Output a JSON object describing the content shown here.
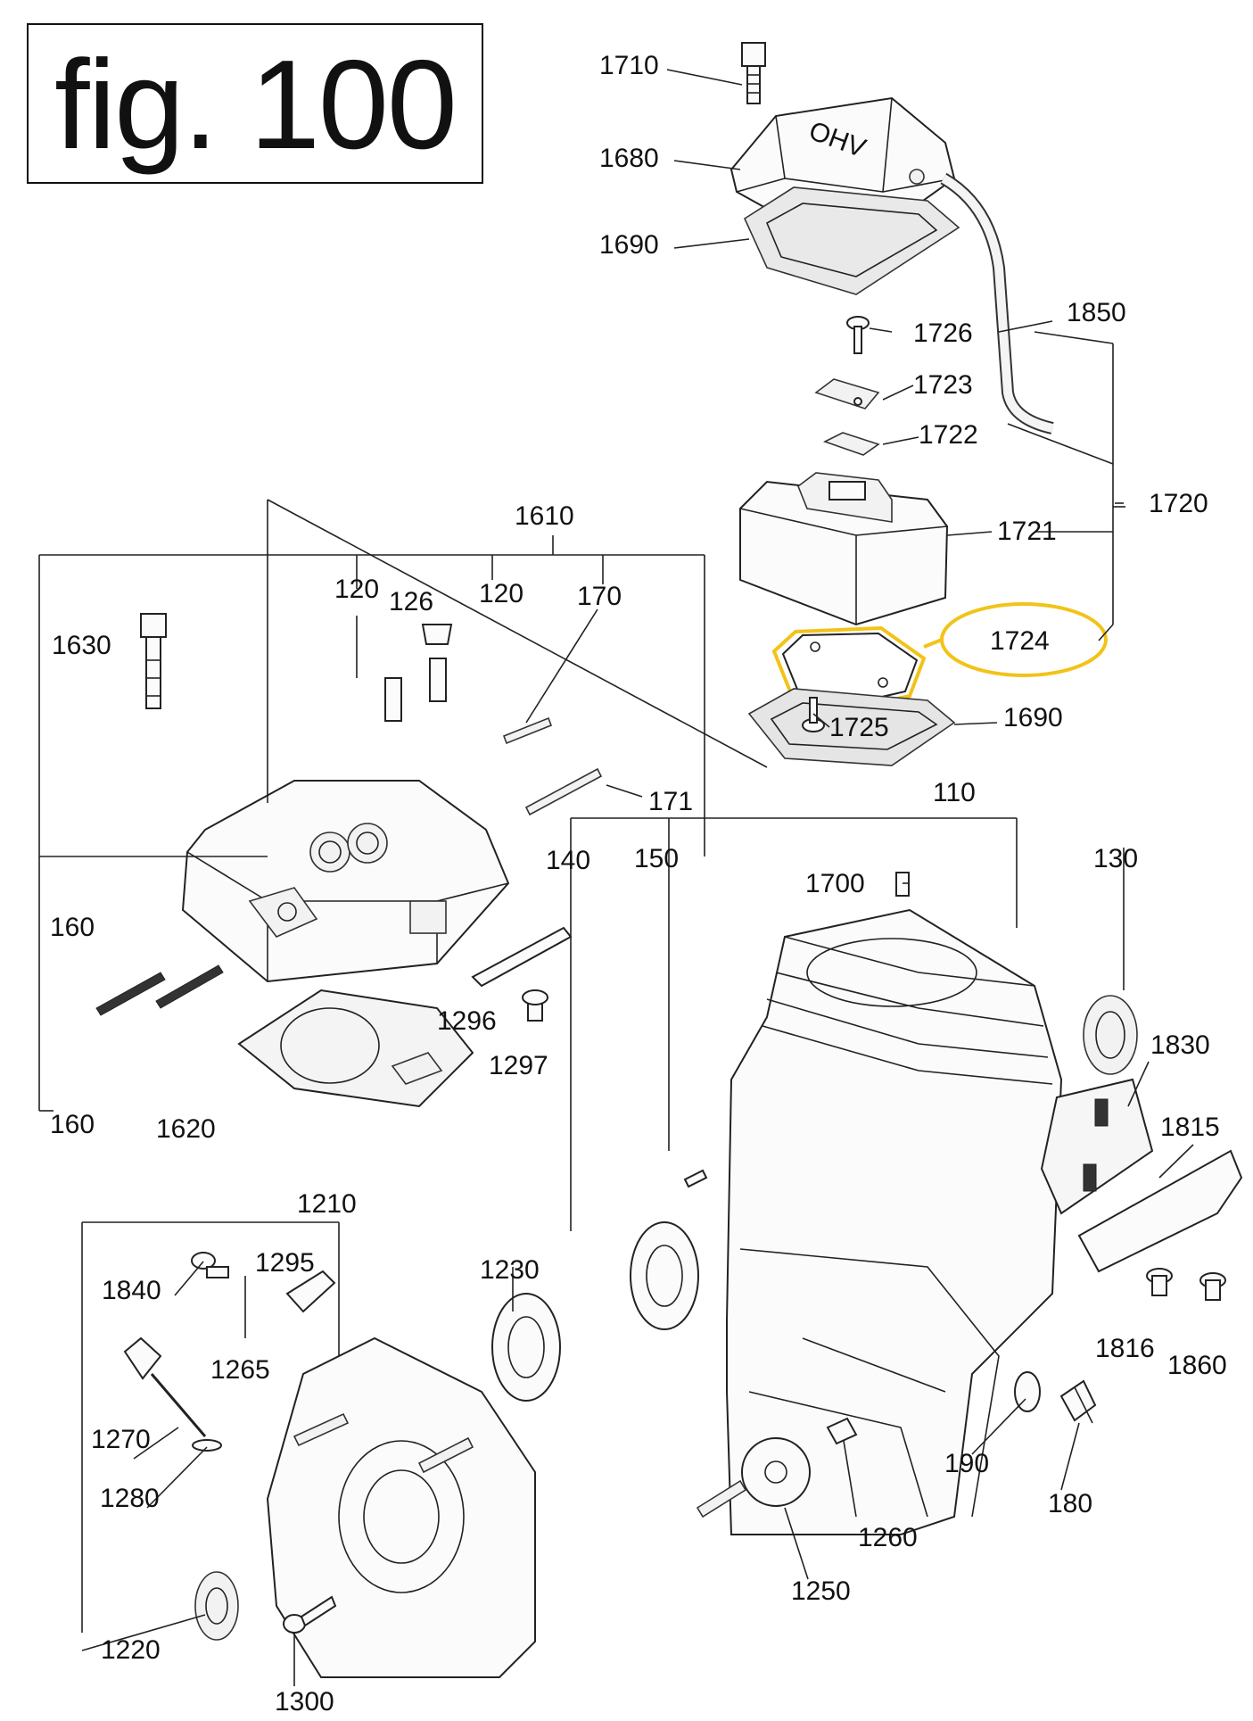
{
  "figure": {
    "title": "fig. 100"
  },
  "highlight": {
    "part_number": "1724",
    "color": "#f2c318"
  },
  "cover_lettering": "OHV",
  "parts": [
    {
      "id": "p1710",
      "label": "1710"
    },
    {
      "id": "p1680",
      "label": "1680"
    },
    {
      "id": "p1690a",
      "label": "1690"
    },
    {
      "id": "p1850",
      "label": "1850"
    },
    {
      "id": "p1726",
      "label": "1726"
    },
    {
      "id": "p1723",
      "label": "1723"
    },
    {
      "id": "p1722",
      "label": "1722"
    },
    {
      "id": "p1720",
      "label": "1720"
    },
    {
      "id": "p1721",
      "label": "1721"
    },
    {
      "id": "p1724",
      "label": "1724"
    },
    {
      "id": "p1725",
      "label": "1725"
    },
    {
      "id": "p1690b",
      "label": "1690"
    },
    {
      "id": "p1610",
      "label": "1610"
    },
    {
      "id": "p120a",
      "label": "120"
    },
    {
      "id": "p126",
      "label": "126"
    },
    {
      "id": "p120b",
      "label": "120"
    },
    {
      "id": "p170",
      "label": "170"
    },
    {
      "id": "p1630",
      "label": "1630"
    },
    {
      "id": "p171",
      "label": "171"
    },
    {
      "id": "p110",
      "label": "110"
    },
    {
      "id": "p140",
      "label": "140"
    },
    {
      "id": "p150",
      "label": "150"
    },
    {
      "id": "p130",
      "label": "130"
    },
    {
      "id": "p1700",
      "label": "1700"
    },
    {
      "id": "p160a",
      "label": "160"
    },
    {
      "id": "p1296",
      "label": "1296"
    },
    {
      "id": "p1297",
      "label": "1297"
    },
    {
      "id": "p1830",
      "label": "1830"
    },
    {
      "id": "p160b",
      "label": "160"
    },
    {
      "id": "p1620",
      "label": "1620"
    },
    {
      "id": "p1815",
      "label": "1815"
    },
    {
      "id": "p1210",
      "label": "1210"
    },
    {
      "id": "p1295",
      "label": "1295"
    },
    {
      "id": "p1230",
      "label": "1230"
    },
    {
      "id": "p1840",
      "label": "1840"
    },
    {
      "id": "p1265",
      "label": "1265"
    },
    {
      "id": "p1816",
      "label": "1816"
    },
    {
      "id": "p1860",
      "label": "1860"
    },
    {
      "id": "p1270",
      "label": "1270"
    },
    {
      "id": "p190",
      "label": "190"
    },
    {
      "id": "p180",
      "label": "180"
    },
    {
      "id": "p1280",
      "label": "1280"
    },
    {
      "id": "p1260",
      "label": "1260"
    },
    {
      "id": "p1250",
      "label": "1250"
    },
    {
      "id": "p1220",
      "label": "1220"
    },
    {
      "id": "p1300",
      "label": "1300"
    }
  ]
}
